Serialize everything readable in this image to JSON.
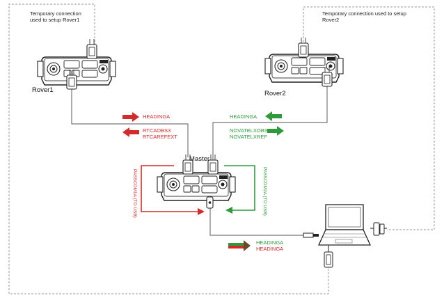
{
  "notes": {
    "rover1_temp": [
      "Temporary connection",
      "used to setup Rover1"
    ],
    "rover2_temp": [
      "Temporary connection used to setup",
      "Rover2"
    ]
  },
  "devices": {
    "rover1": "Rover1",
    "rover2": "Rover2",
    "master": "Master"
  },
  "messages": {
    "rover1_in": "HEADINGA",
    "rover1_out": [
      "RTCAOBS3",
      "RTCAREFEXT"
    ],
    "rover2_in": "HEADINGA",
    "rover2_out": [
      "NOVATELXOBS",
      "NOVATELXREF"
    ],
    "pc_in": [
      "HEADINGA",
      "HEADINGA"
    ],
    "passcom1": "PASSCOM1A (TO USB)",
    "passcom2": "PASSCOM2A (TO USB)"
  },
  "colors": {
    "red": "#d42a2a",
    "green": "#2f9a3c",
    "cable": "#777777",
    "dash": "#9a9a9a",
    "outline": "#222222"
  },
  "icons": [
    "receiver-icon",
    "laptop-icon",
    "serial-connector-icon",
    "usb-connector-icon",
    "arrow-icon"
  ]
}
